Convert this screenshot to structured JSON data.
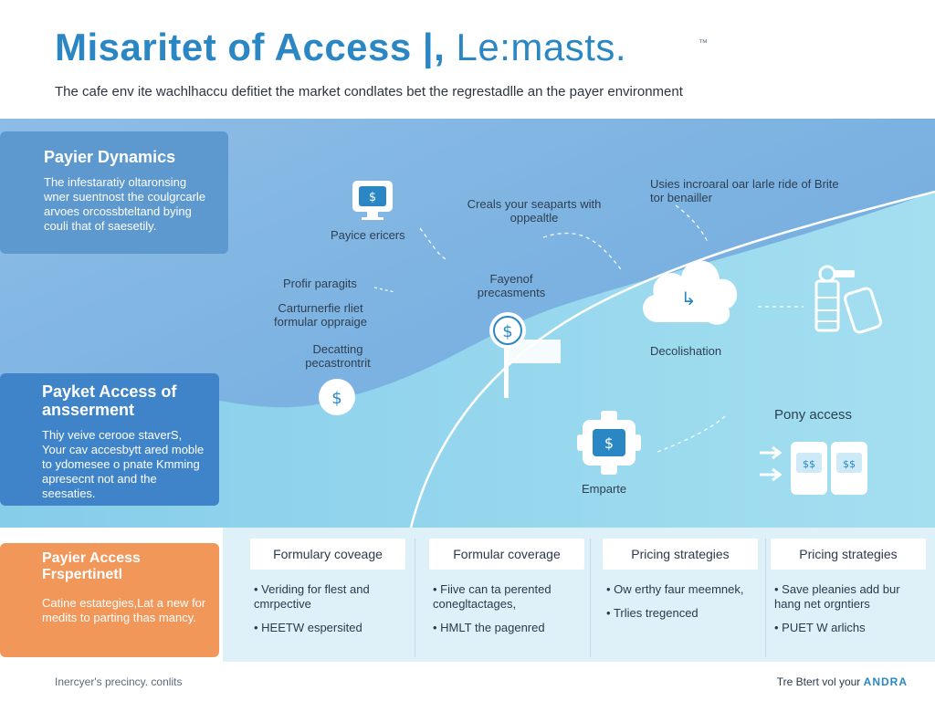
{
  "header": {
    "title": "Misaritet of Access |,",
    "title_tail": " Le:masts.",
    "tm": "™",
    "subtitle": "The cafe env ite wachlhaccu defitiet the market condlates bet the regrestadlle an the payer environment"
  },
  "cards": [
    {
      "title": "Payier Dynamics",
      "body": "The infestaratiy oltaronsing wner suentnost the coulgrcarle arvoes orcossbteltand bying couli that of saesetily."
    },
    {
      "title": "Payket Access of ansserment",
      "body": "Thiy veive cerooe staverS, Your cav accesbytt ared moble to ydomesee o pnate Kmming apresecnt not and the seesaties."
    },
    {
      "title": "Payier Access Frspertinetl",
      "body": "Catine estategies,Lat a new for medits to parting thas mancy."
    }
  ],
  "diagram": {
    "labels": {
      "payice_ericers": "Payice ericers",
      "creat_your": "Creals your seaparts with oppealtle",
      "uses": "Usies incroaral oar larle ride of Brite tor benailler",
      "profir": "Profir paragits",
      "carturnerfie": "Carturnerfie rliet formular oppraige",
      "decatting": "Decatting pecastrontrit",
      "fayenof": "Fayenof precasments",
      "decolishation": "Decolishation",
      "pony_access": "Pony access",
      "emparte": "Emparte"
    },
    "colors": {
      "band_left": "#7ab4e2",
      "band_right": "#8fd3ec",
      "curve": "#ffffff",
      "title": "#2a87c4",
      "orange": "#f2975a"
    }
  },
  "bottom": {
    "columns": [
      {
        "chip": "Formulary coveage",
        "items": [
          "Veriding for flest and cmrpective",
          "HEETW espersited"
        ]
      },
      {
        "chip": "Formular coverage",
        "items": [
          "Fiive can ta perented conegltactages,",
          "HMLT the pagenred"
        ]
      },
      {
        "chip": "Pricing strategies",
        "items": [
          "Ow erthy faur meemnek,",
          "Trlies tregenced"
        ]
      },
      {
        "chip": "Pricing strategies",
        "items": [
          "Save pleanies add bur hang net orgntiers",
          "PUET W arlichs"
        ]
      }
    ]
  },
  "footer": {
    "left": "Inercyer's precincy. conlits",
    "right_prefix": "Tre Btert vol your",
    "brand": "ANDRA"
  }
}
